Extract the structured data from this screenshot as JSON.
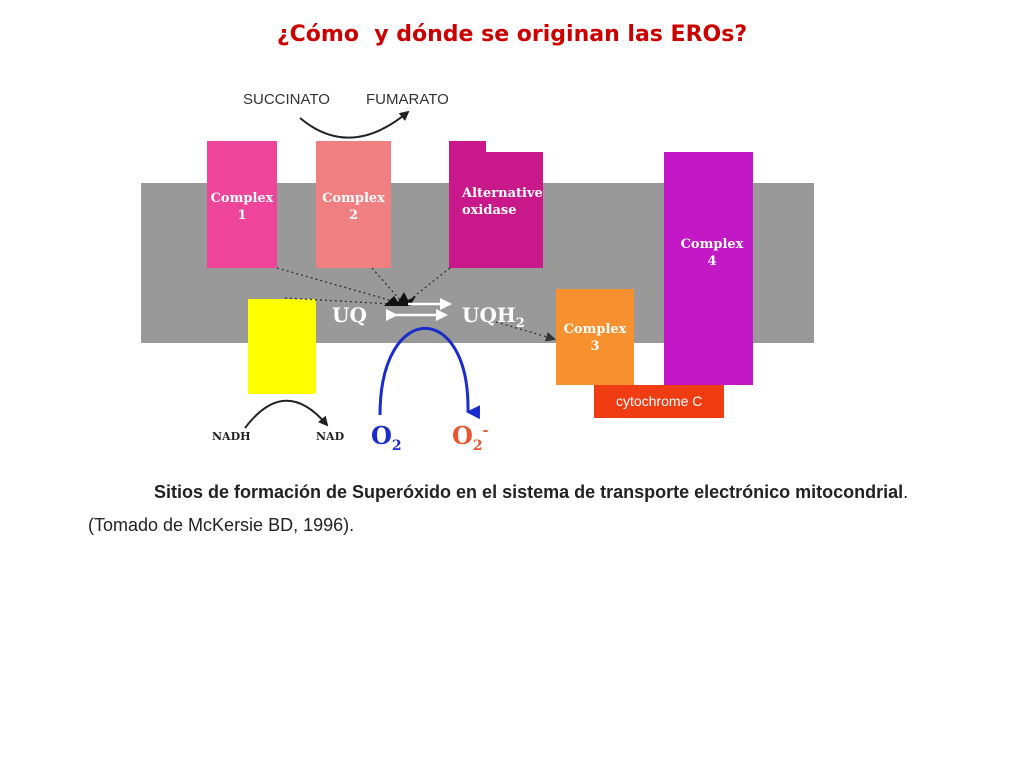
{
  "title": "¿Cómo  y dónde se originan las EROs?",
  "diagram": {
    "succinato": "SUCCINATO",
    "fumarato": "FUMARATO",
    "complex1": {
      "line1": "Complex",
      "line2": "1"
    },
    "complex2": {
      "line1": "Complex",
      "line2": "2"
    },
    "alt_oxidase": {
      "line1": "Alternative",
      "line2": "oxidase"
    },
    "complex4": {
      "line1": "Complex",
      "line2": "4"
    },
    "complex3": {
      "line1": "Complex",
      "line2": "3"
    },
    "uq": "UQ",
    "uqh": "UQH",
    "uqh_sub": "2",
    "nadh": "NADH",
    "nad": "NAD",
    "o2": "O",
    "o2_sub": "2",
    "o2minus": "O",
    "o2minus_sub": "2",
    "o2minus_sup": "-",
    "cytochrome": "cytochrome C",
    "colors": {
      "membrane": "#999999",
      "complex1": "#ee4499",
      "complex2": "#f07f82",
      "alt_oxidase": "#c8188a",
      "complex4": "#c318c6",
      "complex3": "#f7902e",
      "cytochrome": "#f03c12",
      "nadh_box": "#ffff00",
      "o2": "#1a2ccc",
      "o2minus": "#e8552e"
    }
  },
  "caption": {
    "bold_part": "Sitios de formación de Superóxido en el sistema de transporte electrónico mitocondrial",
    "normal_part": ". (Tomado de McKersie BD, 1996)."
  }
}
